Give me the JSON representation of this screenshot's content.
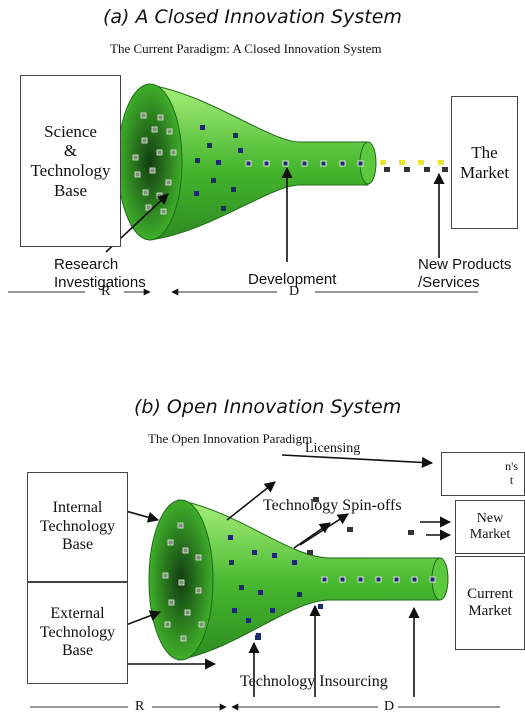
{
  "panel_a": {
    "heading": "(a) A Closed Innovation System",
    "subtitle": "The Current Paradigm: A Closed Innovation System",
    "left_box": "Science\n&\nTechnology\nBase",
    "right_box": "The\nMarket",
    "labels": {
      "research": "Research\nInvestigations",
      "development": "Development",
      "new_products": "New Products\n/Services"
    },
    "scale": {
      "r": "R",
      "d": "D"
    }
  },
  "panel_b": {
    "heading": "(b) Open Innovation System",
    "subtitle": "The Open Innovation Paradigm",
    "internal_box": "Internal\nTechnology\nBase",
    "external_box": "External\nTechnology\nBase",
    "other_market_partial": "n's\nt",
    "new_market": "New\nMarket",
    "current_market": "Current\nMarket",
    "licensing": "Licensing",
    "spinoffs": "Technology Spin-offs",
    "insourcing": "Technology Insourcing",
    "scale": {
      "r": "R",
      "d": "D"
    }
  },
  "colors": {
    "funnel_light": "#7ed957",
    "funnel_mid": "#3fae2a",
    "funnel_dark": "#1e5a18",
    "dot_fill": "#1a2a6c",
    "dot_yellow": "#e8e62e"
  }
}
